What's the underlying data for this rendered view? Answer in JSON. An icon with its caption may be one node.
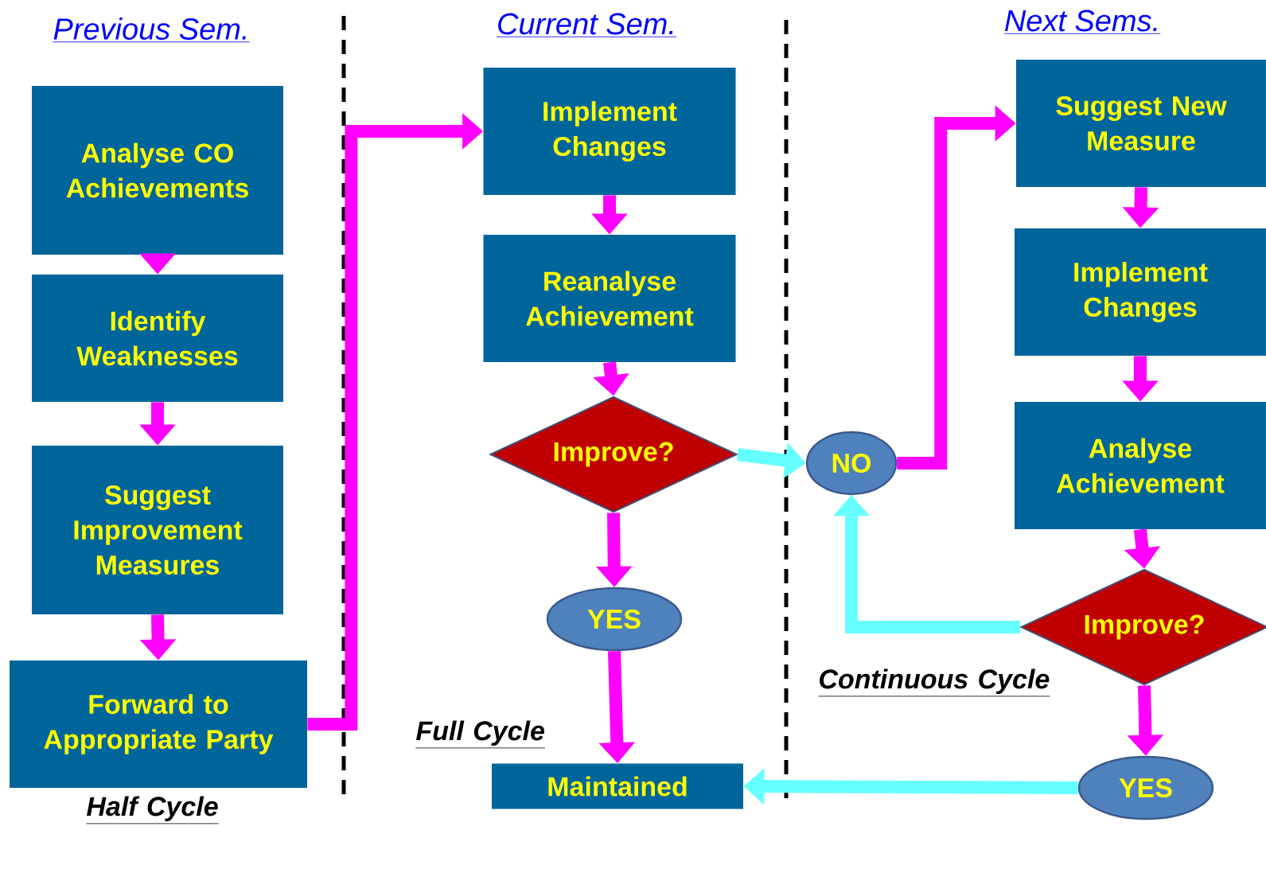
{
  "diagram": {
    "nodes": [
      {
        "text": [
          "Analyse CO Achievements"
        ]
      },
      {
        "text": [
          "Identify Weaknesses"
        ]
      },
      {
        "text": [
          "Suggest Improvement Measures"
        ]
      },
      {
        "text": [
          "Forward to Appropriate Party"
        ]
      },
      {
        "text": [
          "Implement Changes"
        ]
      },
      {
        "text": [
          "Reanalyse Achievement"
        ]
      },
      {
        "text": [
          "Improve?"
        ]
      },
      {
        "text": [
          "YES"
        ]
      },
      {
        "text": [
          "Maintained"
        ]
      },
      {
        "text": [
          "NO"
        ]
      },
      {
        "text": [
          "Suggest New Measure"
        ]
      },
      {
        "text": [
          "Implement Changes"
        ]
      },
      {
        "text": [
          "Analyse Achievement"
        ]
      },
      {
        "text": [
          "Improve?"
        ]
      },
      {
        "text": [
          "YES"
        ]
      }
    ],
    "edges": [
      {
        "from": 0,
        "to": 1,
        "arrow": "to"
      },
      {
        "from": 1,
        "to": 2,
        "arrow": "to"
      },
      {
        "from": 2,
        "to": 3,
        "arrow": "to"
      },
      {
        "from": 3,
        "to": 4,
        "arrow": "to"
      },
      {
        "from": 4,
        "to": 5,
        "arrow": "to"
      },
      {
        "from": 5,
        "to": 6,
        "arrow": "to"
      },
      {
        "from": 6,
        "to": 7,
        "arrow": "to"
      },
      {
        "from": 7,
        "to": 8,
        "arrow": "to"
      },
      {
        "from": 6,
        "to": 9,
        "arrow": "to",
        "color": "#66ffff"
      },
      {
        "from": 9,
        "to": 10,
        "arrow": "to"
      },
      {
        "from": 10,
        "to": 11,
        "arrow": "to"
      },
      {
        "from": 11,
        "to": 12,
        "arrow": "to"
      },
      {
        "from": 12,
        "to": 13,
        "arrow": "to"
      },
      {
        "from": 13,
        "to": 14,
        "arrow": "to"
      },
      {
        "from": 14,
        "to": 8,
        "arrow": "to",
        "color": "#66ffff"
      },
      {
        "from": 13,
        "to": 9,
        "arrow": "to",
        "color": "#66ffff"
      }
    ],
    "labels": [
      "Previous Sem.",
      "Current Sem.",
      "Next Sems.",
      "Half Cycle",
      "Full Cycle",
      "Continuous Cycle"
    ]
  }
}
